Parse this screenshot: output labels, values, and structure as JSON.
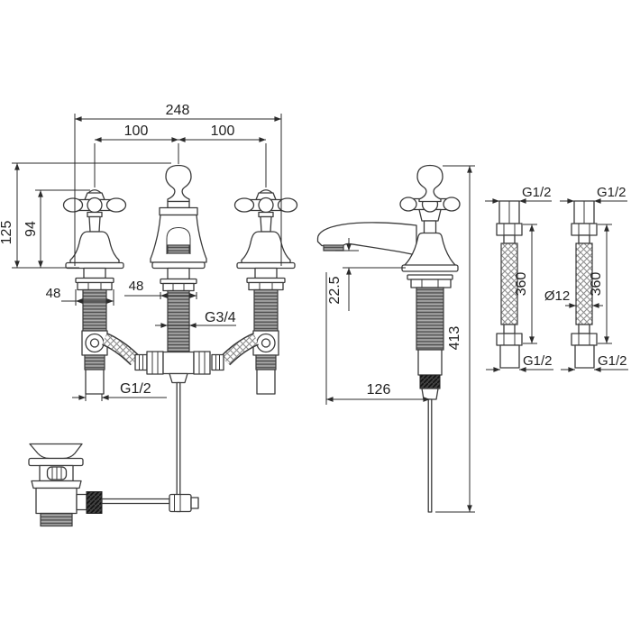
{
  "colors": {
    "background": "#ffffff",
    "line": "#3a3a3a",
    "dimension": "#2b2b2b",
    "thread_fill": "#8f8f8f",
    "thread_ridge": "#4c4c4c",
    "knurl_fill": "#404040",
    "braid_hatch": "#8d8d8d"
  },
  "front_view": {
    "dim_overall_width": "248",
    "dim_pitch_left": "100",
    "dim_pitch_right": "100",
    "dim_height_overall": "125",
    "dim_height_handle": "94",
    "dim_nut_left": "48",
    "dim_nut_center": "48",
    "label_center_thread": "G3/4",
    "label_tail_thread": "G1/2"
  },
  "side_view": {
    "dim_spout_clearance": "22.5",
    "dim_spout_reach": "126",
    "dim_overall_height": "413"
  },
  "hoses": {
    "left": {
      "label_top": "G1/2",
      "label_bottom": "G1/2",
      "dim_length": "360"
    },
    "right": {
      "label_top": "G1/2",
      "label_bottom": "G1/2",
      "dim_length": "360"
    },
    "dim_diameter": "Ø12"
  }
}
